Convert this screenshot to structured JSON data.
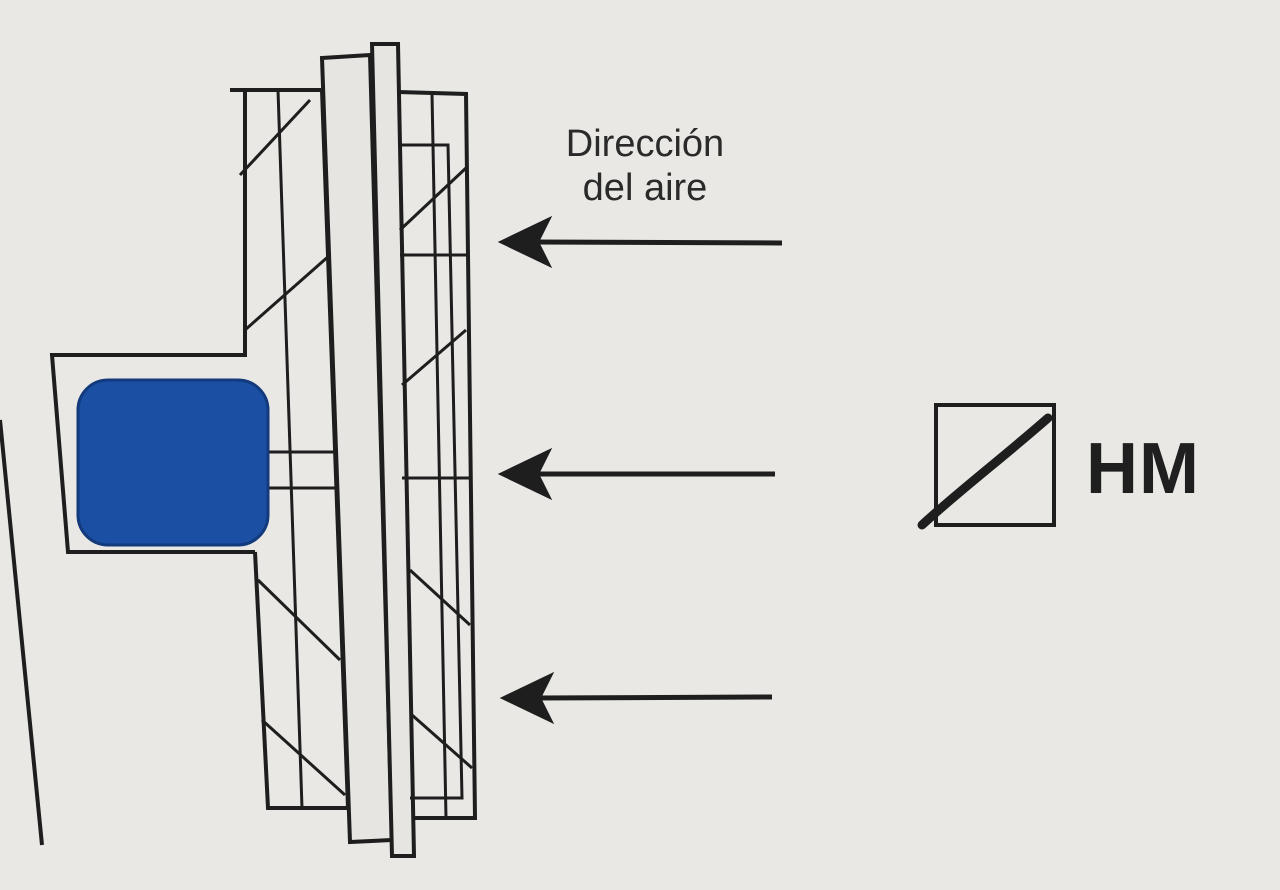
{
  "airflow_label": {
    "line1": "Dirección",
    "line2": "del aire"
  },
  "model_label": "HM",
  "icons": {
    "fan": "axial-fan-side-view-icon",
    "arrows": "left-arrow-icon",
    "model_box": "slashed-box-icon"
  },
  "colors": {
    "background": "#e9e8e4",
    "ink": "#1e1e1e",
    "motor": "#1a4fa3"
  }
}
